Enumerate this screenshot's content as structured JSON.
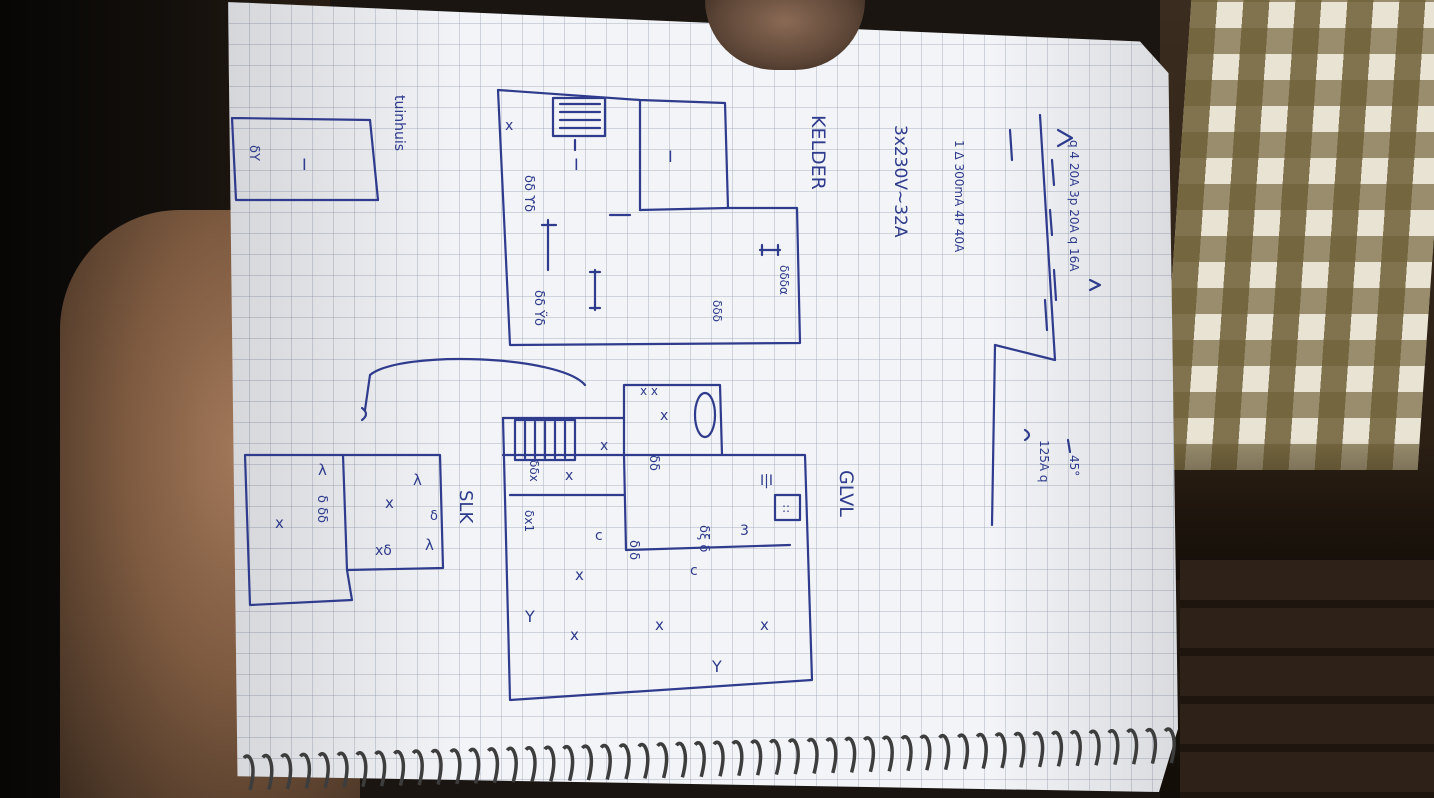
{
  "labels": {
    "kelder": "KELDER",
    "gelijkvloers": "GLVL",
    "slk": "SLK",
    "tuinhuis": "tuinhuis",
    "supply": "3x230V~32A",
    "breaker_45": "45°"
  },
  "colors": {
    "ink": "#2f3b8c",
    "paper": "#f3f4f8",
    "grid": "#8c96aa"
  },
  "icons": [
    "light-fixture-icon",
    "socket-icon",
    "switch-icon",
    "staircase-icon",
    "bathtub-icon",
    "stove-icon"
  ]
}
